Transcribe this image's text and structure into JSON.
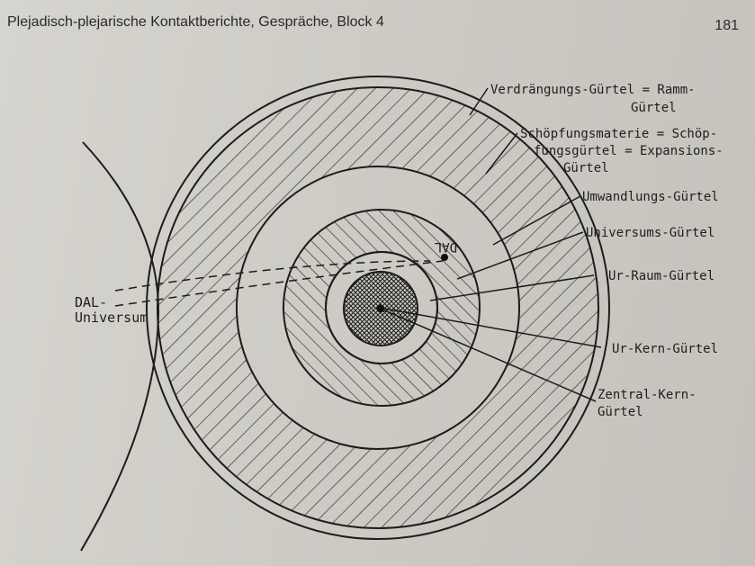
{
  "header": {
    "title": "Plejadisch-plejarische Kontaktberichte, Gespräche, Block 4",
    "page_number": "181"
  },
  "diagram": {
    "labels": {
      "verdraengung": [
        "Verdrängungs-Gürtel = Ramm-",
        "Gürtel"
      ],
      "schoepfung": [
        "Schöpfungsmaterie = Schöp-",
        "fungsgürtel = Expansions-",
        "Gürtel"
      ],
      "umwandlung": [
        "Umwandlungs-Gürtel"
      ],
      "universum": [
        "Universums-Gürtel"
      ],
      "urraum": [
        "Ur-Raum-Gürtel"
      ],
      "urkern": [
        "Ur-Kern-Gürtel"
      ],
      "zentralkern": [
        "Zentral-Kern-",
        "Gürtel"
      ],
      "dal": [
        "DAL-",
        "Universum"
      ],
      "dal_marker": "DAL"
    },
    "colors": {
      "ink": "#1c1c1c",
      "paper": "#d2d0c9"
    }
  }
}
